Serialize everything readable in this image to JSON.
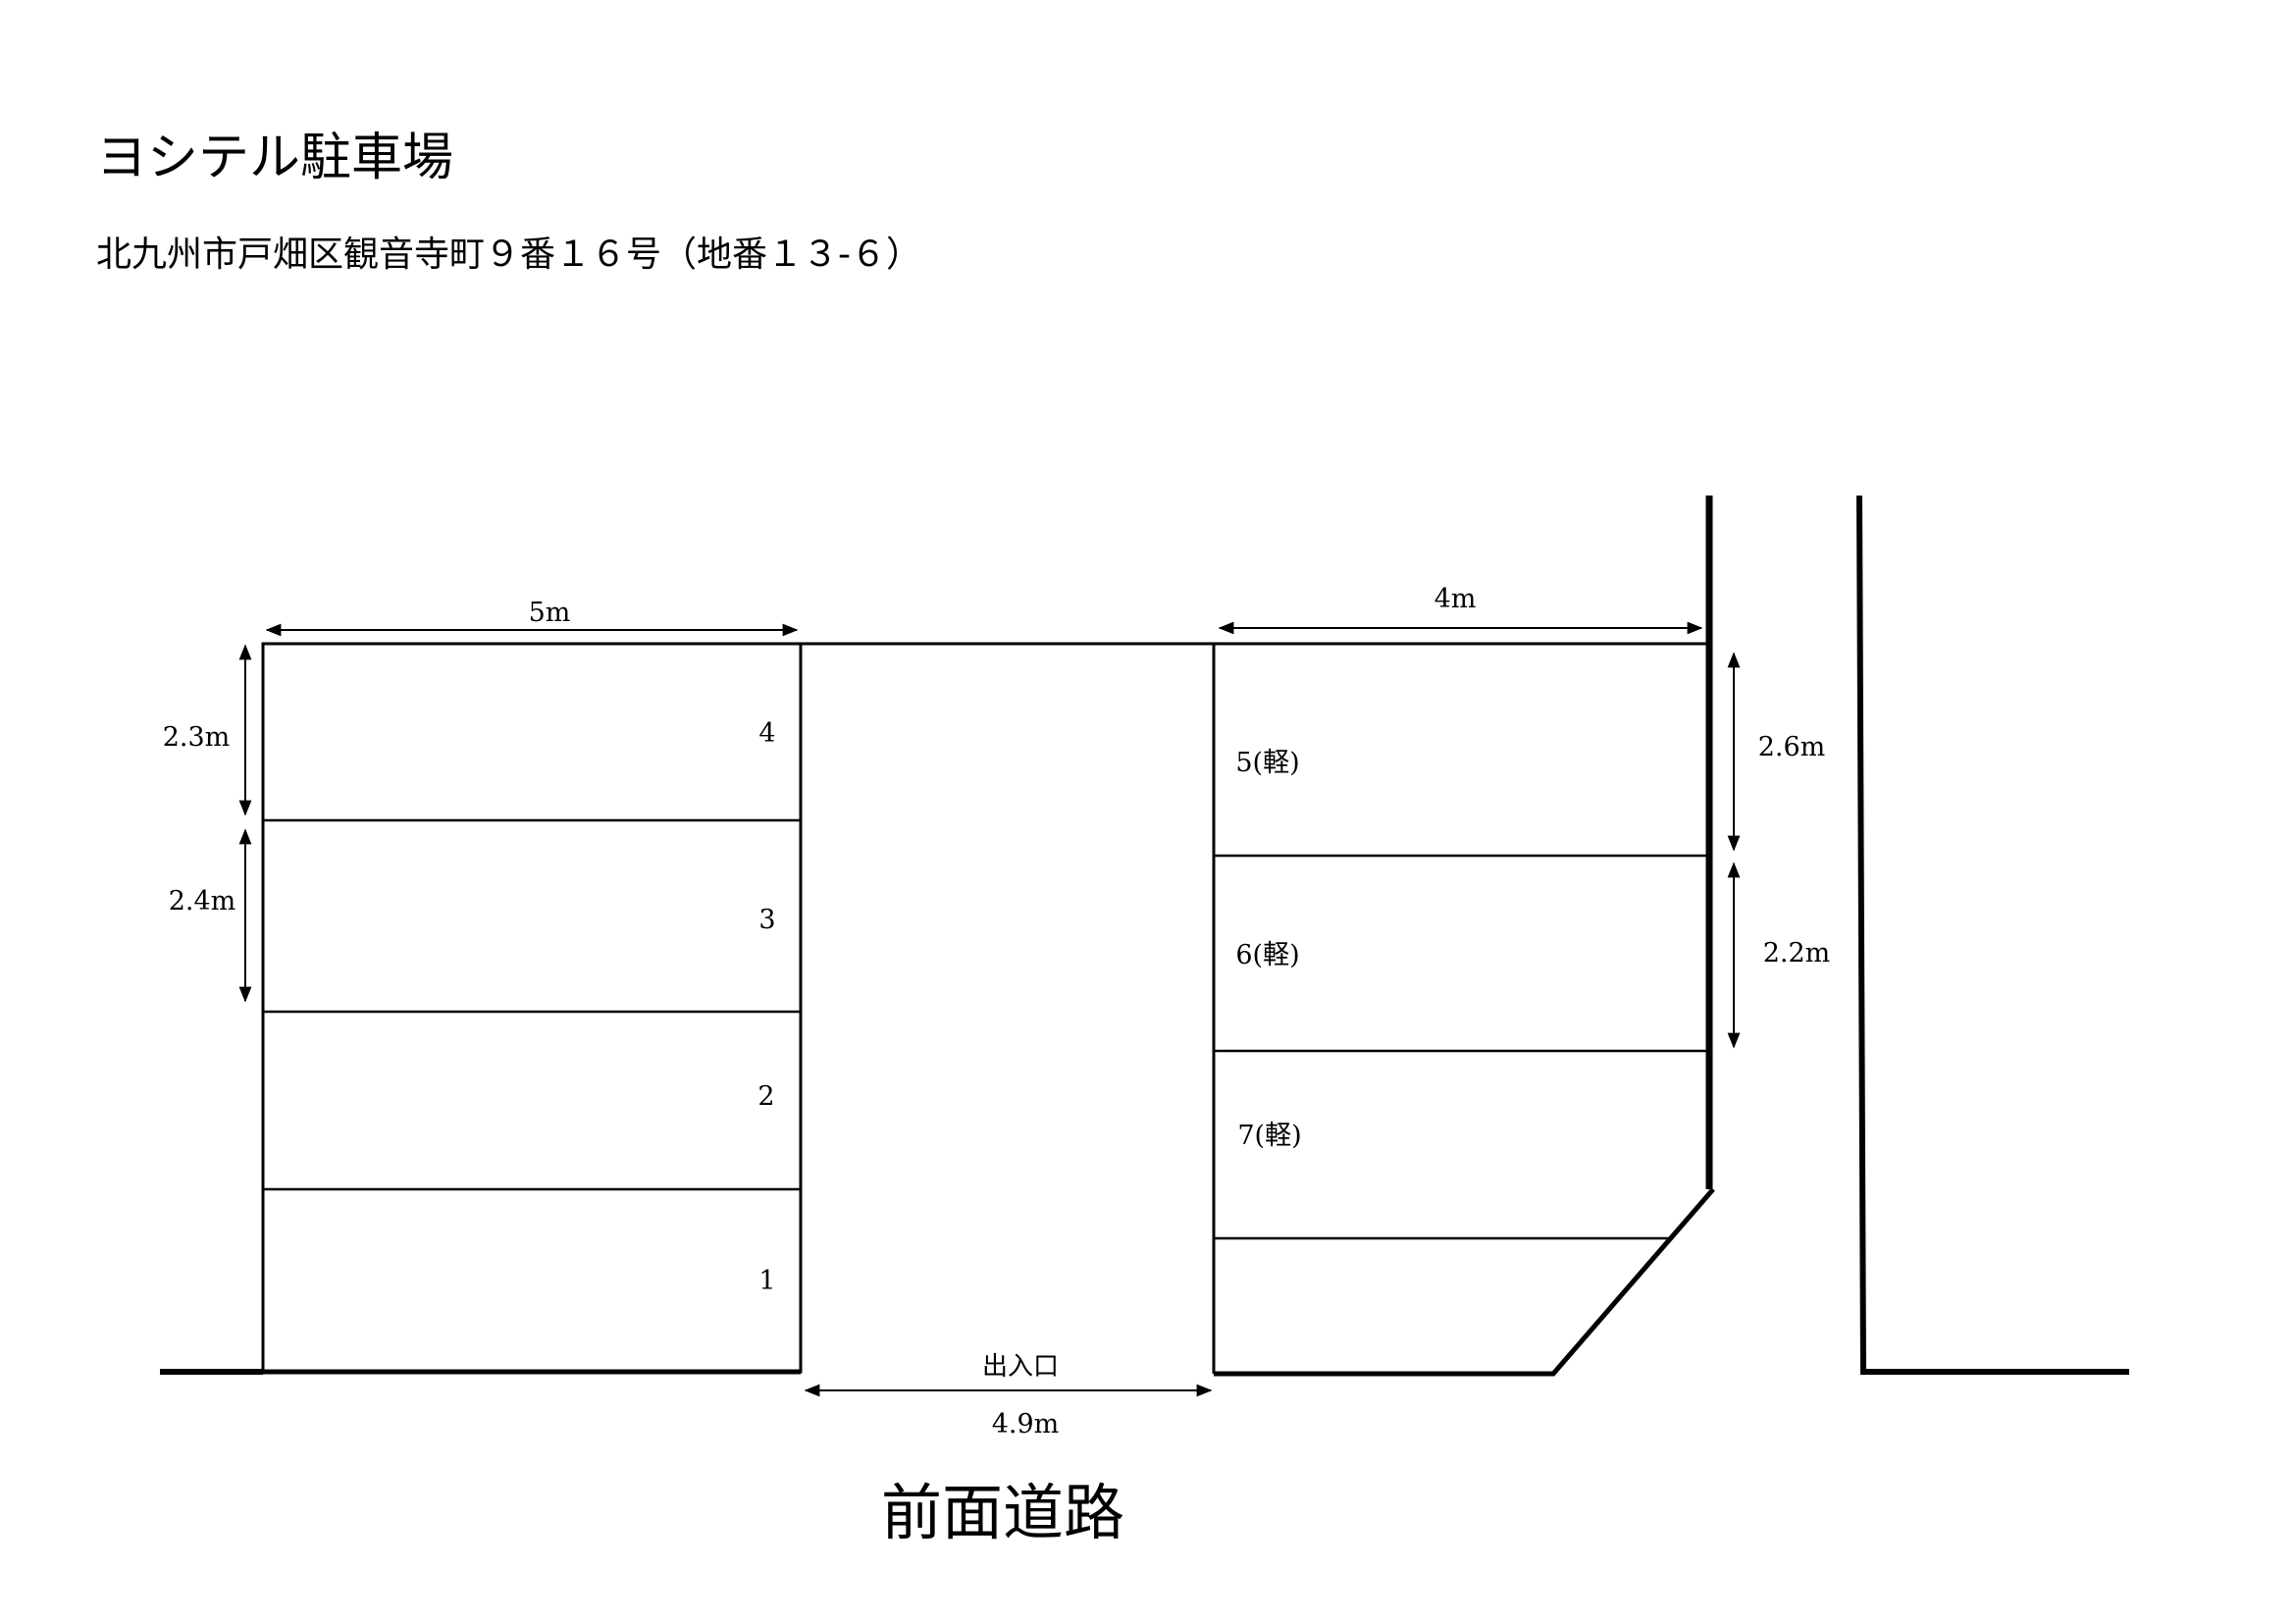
{
  "header": {
    "title": "ヨシテル駐車場",
    "address": "北九州市戸畑区観音寺町９番１６号（地番１３-６）"
  },
  "spaces": {
    "s1": "1",
    "s2": "2",
    "s3": "3",
    "s4": "4",
    "s5": "5(軽)",
    "s6": "6(軽)",
    "s7": "7(軽)"
  },
  "dimensions": {
    "left_width": "5m",
    "right_width": "4m",
    "left_row4_depth": "2.3m",
    "left_row3_depth": "2.4m",
    "right_row5_depth": "2.6m",
    "right_row6_depth": "2.2m",
    "entrance_width": "4.9m"
  },
  "labels": {
    "entrance": "出入口",
    "front_road": "前面道路"
  }
}
